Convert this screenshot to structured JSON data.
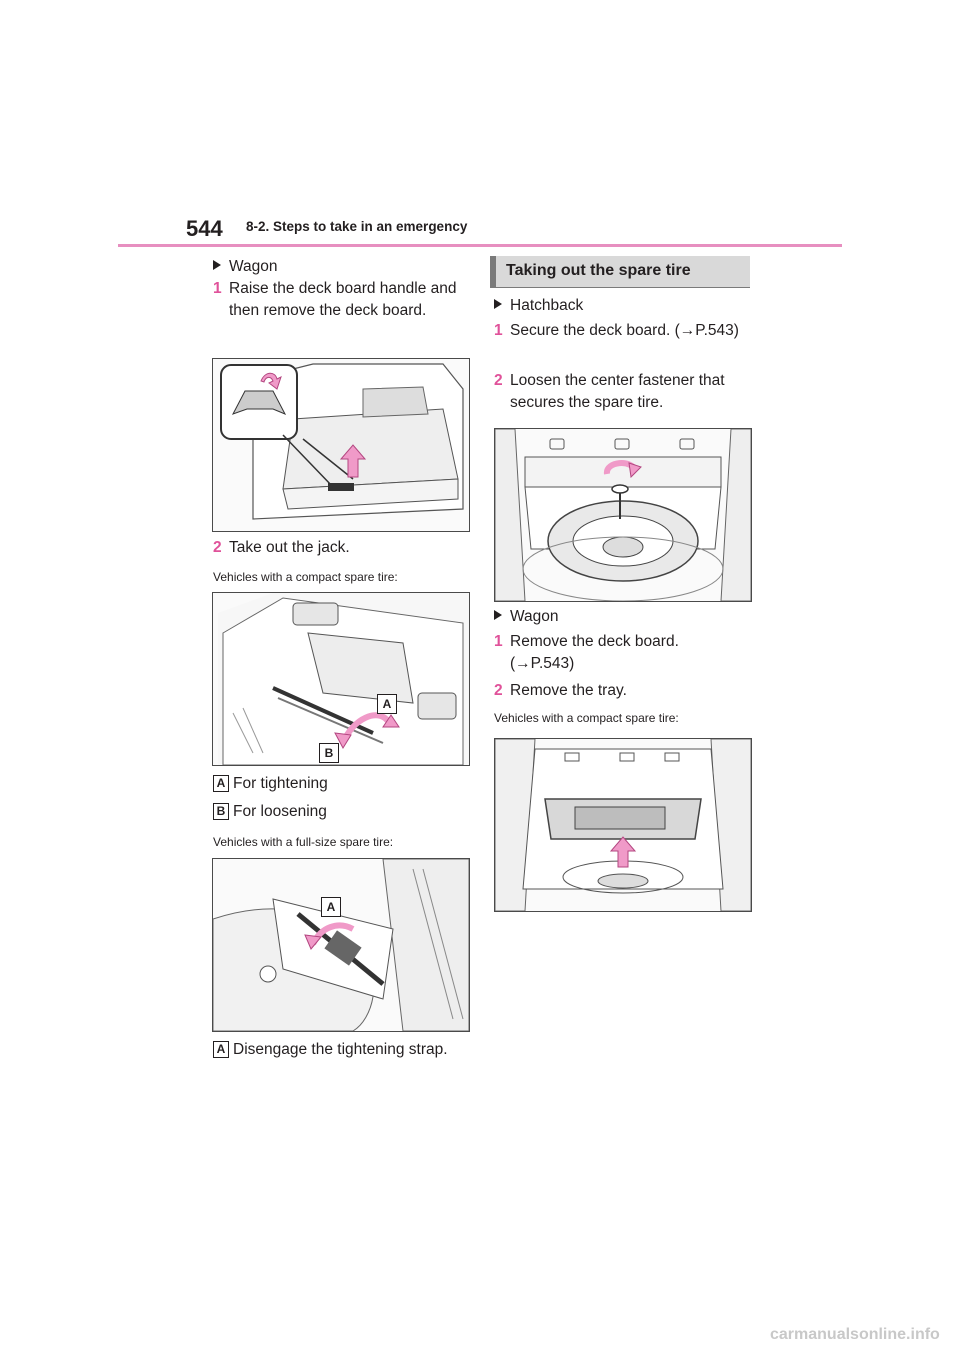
{
  "header": {
    "page_number": "544",
    "section": "8-2. Steps to take in an emergency"
  },
  "left": {
    "bullet_wagon": "Wagon",
    "step1": {
      "num": "1",
      "text": "Raise the deck board handle and then remove the deck board."
    },
    "step2": {
      "num": "2",
      "text": "Take out the jack."
    },
    "compact_note": "Vehicles with a compact spare tire:",
    "legend_a": {
      "key": "A",
      "text": "For tightening"
    },
    "legend_b": {
      "key": "B",
      "text": "For loosening"
    },
    "fullsize_note": "Vehicles with a full-size spare tire:",
    "legend_strap": {
      "key": "A",
      "text": "Disengage the tightening strap."
    },
    "fig2_tags": [
      "A",
      "B"
    ],
    "fig3_tags": [
      "A"
    ]
  },
  "right": {
    "heading": "Taking out the spare tire",
    "bullet_hatchback": "Hatchback",
    "h_step1": {
      "num": "1",
      "text": "Secure the deck board. (→P.543)"
    },
    "h_step2": {
      "num": "2",
      "text": "Loosen the center fastener that secures the spare tire."
    },
    "bullet_wagon": "Wagon",
    "w_step1": {
      "num": "1",
      "text": "Remove the deck board. (→P.543)"
    },
    "w_step2": {
      "num": "2",
      "text": "Remove the tray."
    },
    "compact_note": "Vehicles with a compact spare tire:"
  },
  "footer": {
    "watermark": "carmanualsonline.info"
  },
  "colors": {
    "accent": "#e0529a",
    "rule": "#e78fc0",
    "arrow": "#f09ac8"
  }
}
